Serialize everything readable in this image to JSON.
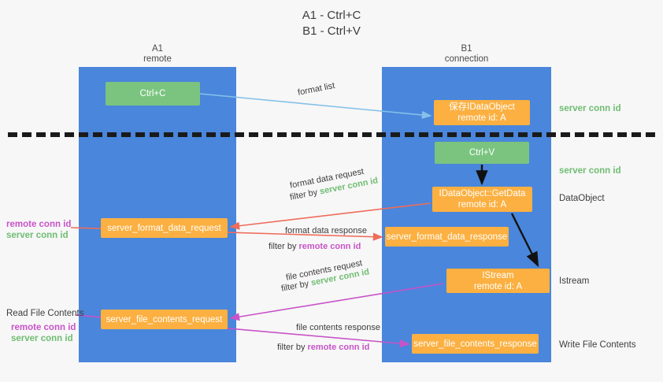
{
  "title": "A1 - Ctrl+C\nB1 - Ctrl+V",
  "lanes": {
    "left": {
      "name": "A1",
      "role": "remote",
      "label": "A1\nremote",
      "color": "#4a86db"
    },
    "right": {
      "name": "B1",
      "role": "connection",
      "label": "B1\nconnection",
      "color": "#4a86db"
    }
  },
  "colors": {
    "lane": "#4a86db",
    "green_node": "#7ac47f",
    "orange_node": "#fbb041",
    "server_conn_id": "#6fbd72",
    "remote_conn_id": "#c853c8",
    "separator": "#1a1a1a",
    "arrow_blue": "#85c1e9",
    "arrow_red": "#ef6c5a",
    "arrow_magenta": "#c853c8",
    "arrow_black": "#111111",
    "background": "#f7f7f7"
  },
  "nodes": {
    "ctrl_c": "Ctrl+C",
    "idataobject": "保存IDataObject\nremote id: A",
    "ctrl_v": "Ctrl+V",
    "getdata": "IDataObject::GetData\nremote id: A",
    "server_format_data_request": "server_format_data_request",
    "server_format_data_response": "server_format_data_response",
    "istream": "IStream\nremote id: A",
    "server_file_contents_request": "server_file_contents_request",
    "server_file_contents_response": "server_file_contents_response"
  },
  "edge_labels": {
    "format_list": "format list",
    "format_data_request": "format data request",
    "format_data_request_filter_prefix": "filter by ",
    "format_data_request_filter_value": "server conn id",
    "format_data_response": "format data response",
    "format_data_response_filter_prefix": "filter by ",
    "format_data_response_filter_value": "remote conn id",
    "file_contents_request": "file contents request",
    "file_contents_request_filter_prefix": "filter by ",
    "file_contents_request_filter_value": "server conn id",
    "file_contents_response": "file contents response",
    "file_contents_response_filter_prefix": "filter by ",
    "file_contents_response_filter_value": "remote conn id"
  },
  "side_notes": {
    "server_conn_id_top": "server conn id",
    "server_conn_id_mid": "server conn id",
    "dataobject": "DataObject",
    "istream": "Istream",
    "write_file_contents": "Write File Contents",
    "read_file_contents": "Read File Contents",
    "remote_conn_id": "remote conn id",
    "server_conn_id": "server conn id"
  }
}
